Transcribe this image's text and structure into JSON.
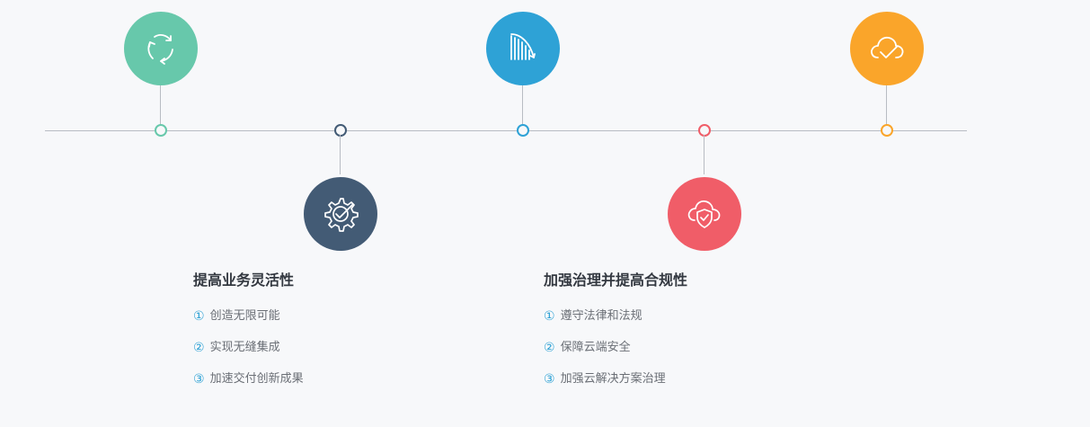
{
  "nodes": [
    {
      "key": "agility-cycle",
      "color": "#67c8ab",
      "position": "up",
      "icon": "refresh-cycle-icon"
    },
    {
      "key": "agility-gear",
      "color": "#435b75",
      "position": "down",
      "icon": "gear-check-icon"
    },
    {
      "key": "chart",
      "color": "#2ea2d6",
      "position": "up",
      "icon": "declining-bars-icon"
    },
    {
      "key": "compliance",
      "color": "#f05d68",
      "position": "down",
      "icon": "cloud-shield-icon"
    },
    {
      "key": "cloud",
      "color": "#faa52a",
      "position": "up",
      "icon": "cloud-check-icon"
    }
  ],
  "sections": {
    "agility": {
      "title": "提高业务灵活性",
      "items": [
        {
          "num": "①",
          "text": "创造无限可能"
        },
        {
          "num": "②",
          "text": "实现无缝集成"
        },
        {
          "num": "③",
          "text": "加速交付创新成果"
        }
      ]
    },
    "compliance": {
      "title": "加强治理并提高合规性",
      "items": [
        {
          "num": "①",
          "text": "遵守法律和法规"
        },
        {
          "num": "②",
          "text": "保障云端安全"
        },
        {
          "num": "③",
          "text": "加强云解决方案治理"
        }
      ]
    }
  },
  "colors": {
    "line": "#b8bcc3",
    "number": "#2aa0d4",
    "title": "#333840",
    "text": "#6b6f76"
  }
}
